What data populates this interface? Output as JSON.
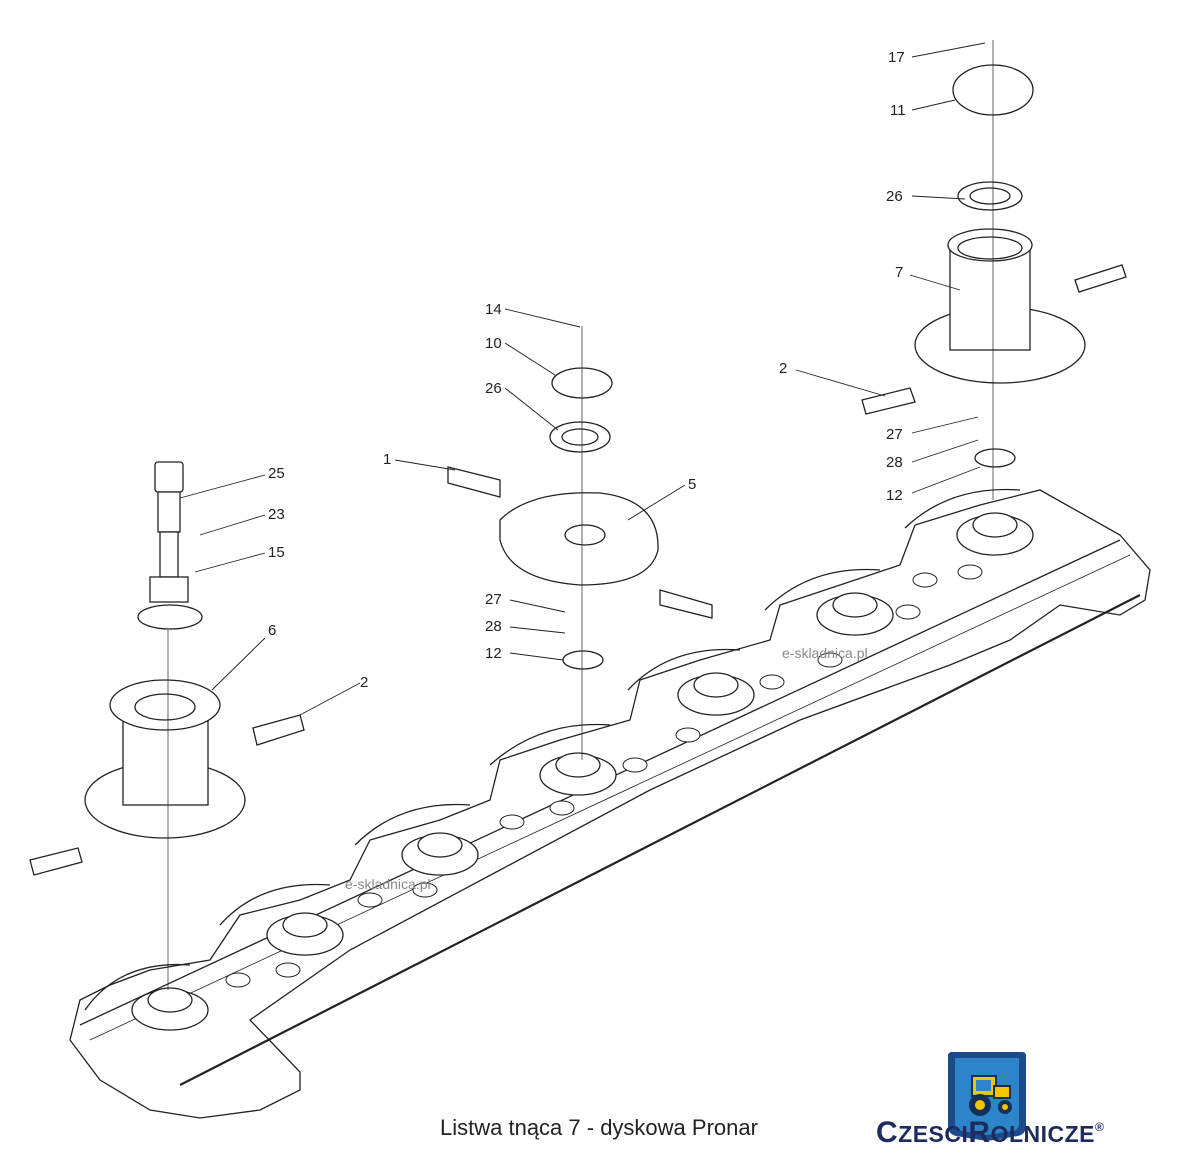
{
  "caption": "Listwa tnąca 7 - dyskowa Pronar",
  "watermarks": [
    "e-skladnica.pl",
    "e-skladnica.pl"
  ],
  "brand": {
    "name_big1": "C",
    "name_small1": "ZESCI",
    "name_big2": "R",
    "name_small2": "OLNICZE",
    "mark": "®",
    "colors": {
      "text": "#1d2b5e",
      "logo_bg": "#2d84c8",
      "logo_border": "#1b4b8a",
      "tractor": "#f2c500"
    }
  },
  "callouts": [
    {
      "id": "c17",
      "text": "17"
    },
    {
      "id": "c11",
      "text": "11"
    },
    {
      "id": "c26a",
      "text": "26"
    },
    {
      "id": "c7",
      "text": "7"
    },
    {
      "id": "c2a",
      "text": "2"
    },
    {
      "id": "c27a",
      "text": "27"
    },
    {
      "id": "c28a",
      "text": "28"
    },
    {
      "id": "c12a",
      "text": "12"
    },
    {
      "id": "c14",
      "text": "14"
    },
    {
      "id": "c10",
      "text": "10"
    },
    {
      "id": "c26b",
      "text": "26"
    },
    {
      "id": "c1",
      "text": "1"
    },
    {
      "id": "c5",
      "text": "5"
    },
    {
      "id": "c27b",
      "text": "27"
    },
    {
      "id": "c28b",
      "text": "28"
    },
    {
      "id": "c12b",
      "text": "12"
    },
    {
      "id": "c25",
      "text": "25"
    },
    {
      "id": "c23",
      "text": "23"
    },
    {
      "id": "c15",
      "text": "15"
    },
    {
      "id": "c6",
      "text": "6"
    },
    {
      "id": "c2b",
      "text": "2"
    }
  ]
}
